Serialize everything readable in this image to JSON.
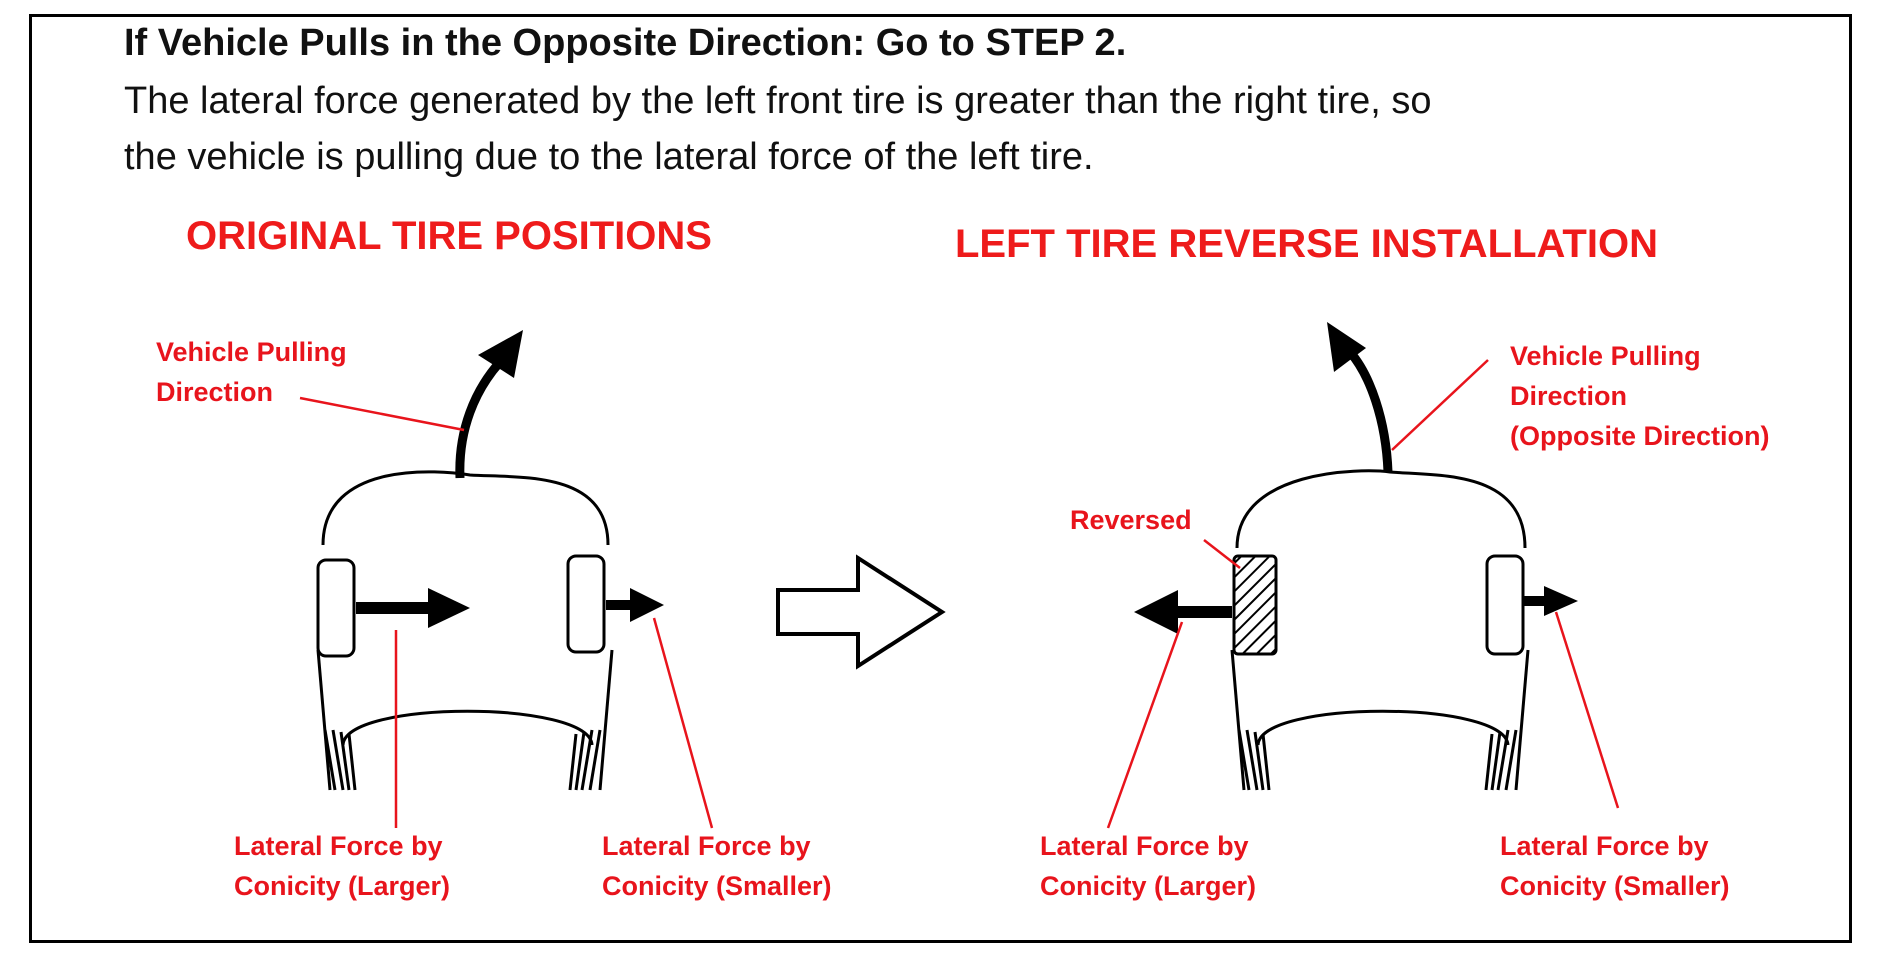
{
  "heading": "If Vehicle Pulls in the Opposite Direction: Go to STEP 2.",
  "body_lines": [
    "The lateral force generated by the left front tire is greater than the right tire, so",
    "the vehicle is pulling due to the lateral force of the left tire."
  ],
  "left_panel": {
    "title": "ORIGINAL TIRE POSITIONS",
    "pull_label": [
      "Vehicle Pulling",
      "Direction"
    ],
    "left_tire_label": [
      "Lateral Force by",
      "Conicity (Larger)"
    ],
    "right_tire_label": [
      "Lateral Force by",
      "Conicity (Smaller)"
    ]
  },
  "right_panel": {
    "title": "LEFT TIRE REVERSE INSTALLATION",
    "pull_label": [
      "Vehicle Pulling",
      "Direction",
      "(Opposite Direction)"
    ],
    "reversed_label": "Reversed",
    "left_tire_label": [
      "Lateral Force by",
      "Conicity (Larger)"
    ],
    "right_tire_label": [
      "Lateral Force by",
      "Conicity (Smaller)"
    ]
  },
  "colors": {
    "label": "#e8141c",
    "line": "#000000"
  }
}
